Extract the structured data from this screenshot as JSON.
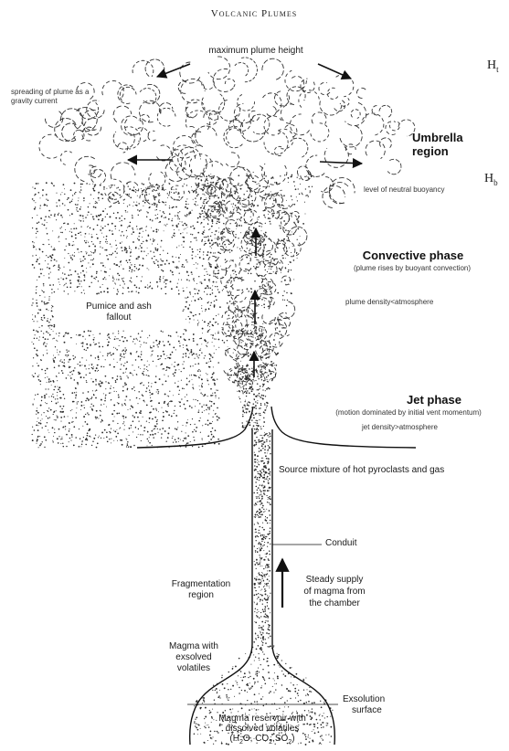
{
  "title": "Volcanic Plumes",
  "labels": {
    "max_height": "maximum plume height",
    "ht_main": "H",
    "ht_sub": "t",
    "hb_main": "H",
    "hb_sub": "b",
    "spreading_line1": "spreading of plume as a",
    "spreading_line2": "gravity current",
    "umbrella_line1": "Umbrella",
    "umbrella_line2": "region",
    "neutral_buoyancy": "level of neutral buoyancy",
    "convective_title": "Convective phase",
    "convective_desc": "(plume rises by buoyant convection)",
    "convective_density": "plume density<atmosphere",
    "pumice_line1": "Pumice and ash",
    "pumice_line2": "fallout",
    "jet_title": "Jet phase",
    "jet_desc": "(motion dominated by initial vent momentum)",
    "jet_density": "jet density>atmosphere",
    "source_mixture": "Source mixture of hot pyroclasts and gas",
    "conduit": "Conduit",
    "fragmentation_line1": "Fragmentation",
    "fragmentation_line2": "region",
    "supply_line1": "Steady supply",
    "supply_line2": "of magma from",
    "supply_line3": "the chamber",
    "magma_line1": "Magma with",
    "magma_line2": "exsolved",
    "magma_line3": "volatiles",
    "exsolution_line1": "Exsolution",
    "exsolution_line2": "surface",
    "reservoir_line1": "Magma reservoir with",
    "reservoir_line2": "dissolved volatiles",
    "reservoir_h2o_a": "(H",
    "reservoir_h2o_sub": "2",
    "reservoir_h2o_b": "O, CO",
    "reservoir_co2_sub": "2",
    "reservoir_so2_a": ",SO",
    "reservoir_so2_sub": "2",
    "reservoir_close": ")"
  },
  "colors": {
    "ink": "#1a1a1a",
    "paper": "#ffffff"
  }
}
